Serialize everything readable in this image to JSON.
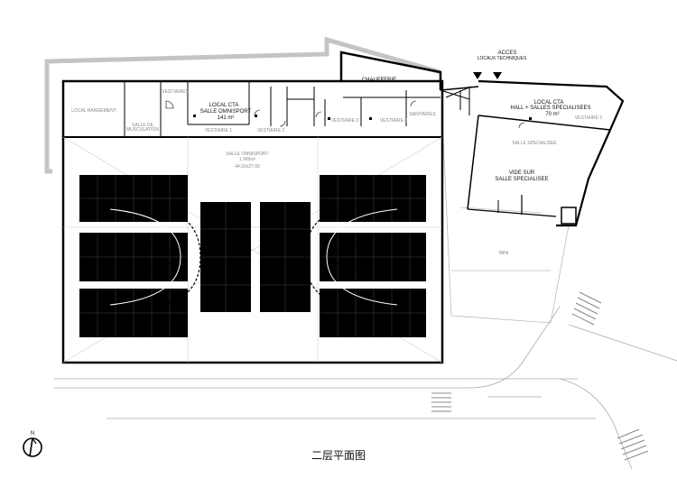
{
  "title": "二层平面图",
  "north": "N",
  "labels": {
    "acces": "ACCES",
    "locaux_techniques": "LOCAUX TECHNIQUES",
    "chaufferie": "CHAUFFERIE",
    "local_rangement": "LOCAL RANGEMENT",
    "salle_de_musculation": "SALLE DE",
    "salle_de_musculation_2": "MUSCULATION",
    "vestiaires_a": "VESTIAIRES",
    "local_cta_1": "LOCAL CTA",
    "salle_omnisport_1": "SALLE OMNISPORT",
    "area_1": "141 m²",
    "vestiaire_1": "VESTIAIRE 1",
    "vestiaire_2": "VESTIAIRE 2",
    "vestiaire_3": "VESTIAIRE 3",
    "vestiaire_4": "VESTIAIRE 4",
    "sanitaires": "SANITAIRES",
    "local_cta_2": "LOCAL CTA",
    "hall_salles": "HALL + SALLES SPECIALISEES",
    "area_2": "70 m²",
    "vestiaire_5": "VESTIAIRE 5",
    "salle_omnisport_2": "SALLE OMNISPORT",
    "dim_omni": "1 999m²",
    "dim_omni_2": "44.00x27.00",
    "salle_specialisee": "SALLE SPECIALISEE",
    "vide_sur": "VIDE SUR",
    "salle_specialisee_2": "SALLE SPECIALISEE",
    "mini": "MINI"
  }
}
